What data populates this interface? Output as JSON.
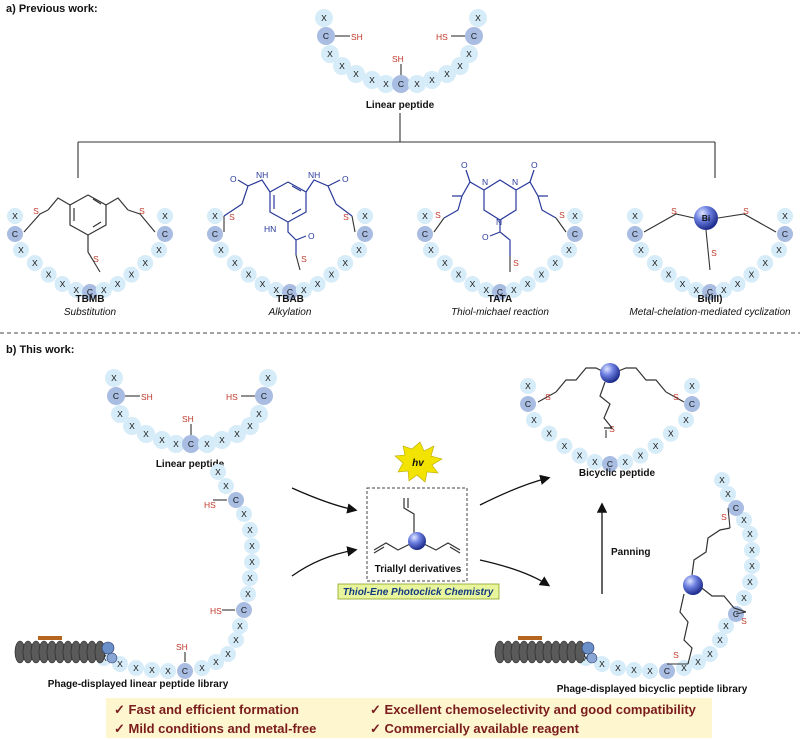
{
  "colors": {
    "residue_fill": "#d6ecf8",
    "cys_fill": "#a9bde2",
    "sulfur": "#c0392b",
    "bond": "#333333",
    "core_bond": "#2a3a9a",
    "sphere": "#4a5fd0",
    "feature_bg": "#fdf6cf",
    "feature_text": "#7b1c1c",
    "chem_box": "#e9f59d",
    "chem_text": "#123a80",
    "burst": "#f2e300"
  },
  "section_a": {
    "header": "a) Previous work:",
    "linear_label": "Linear peptide",
    "methods": [
      {
        "name": "TBMB",
        "desc": "Substitution"
      },
      {
        "name": "TBAB",
        "desc": "Alkylation"
      },
      {
        "name": "TATA",
        "desc": "Thiol-michael reaction"
      },
      {
        "name": "Bi(III)",
        "desc": "Metal-chelation-mediated cyclization"
      }
    ],
    "atoms": {
      "NH": "NH",
      "HN": "HN",
      "N": "N",
      "O": "O",
      "Bi": "Bi"
    }
  },
  "section_b": {
    "header": "b) This work:",
    "linear_label": "Linear peptide",
    "library_label": "Phage-displayed linear peptide library",
    "bicyclic_label": "Bicyclic  peptide",
    "bicyclic_library_label": "Phage-displayed bicyclic peptide library",
    "hv": "hv",
    "reagent_label": "Triallyl derivatives",
    "chemistry": "Thiol-Ene Photoclick Chemistry",
    "panning": "Panning"
  },
  "residues": {
    "x": "X",
    "c": "C",
    "sh": "SH",
    "hs": "HS",
    "s": "S"
  },
  "features": [
    {
      "check": "✓",
      "text": "Fast and efficient formation"
    },
    {
      "check": "✓",
      "text": "Excellent chemoselectivity and good compatibility"
    },
    {
      "check": "✓",
      "text": "Mild conditions and metal-free"
    },
    {
      "check": "✓",
      "text": "Commercially available reagent"
    }
  ]
}
